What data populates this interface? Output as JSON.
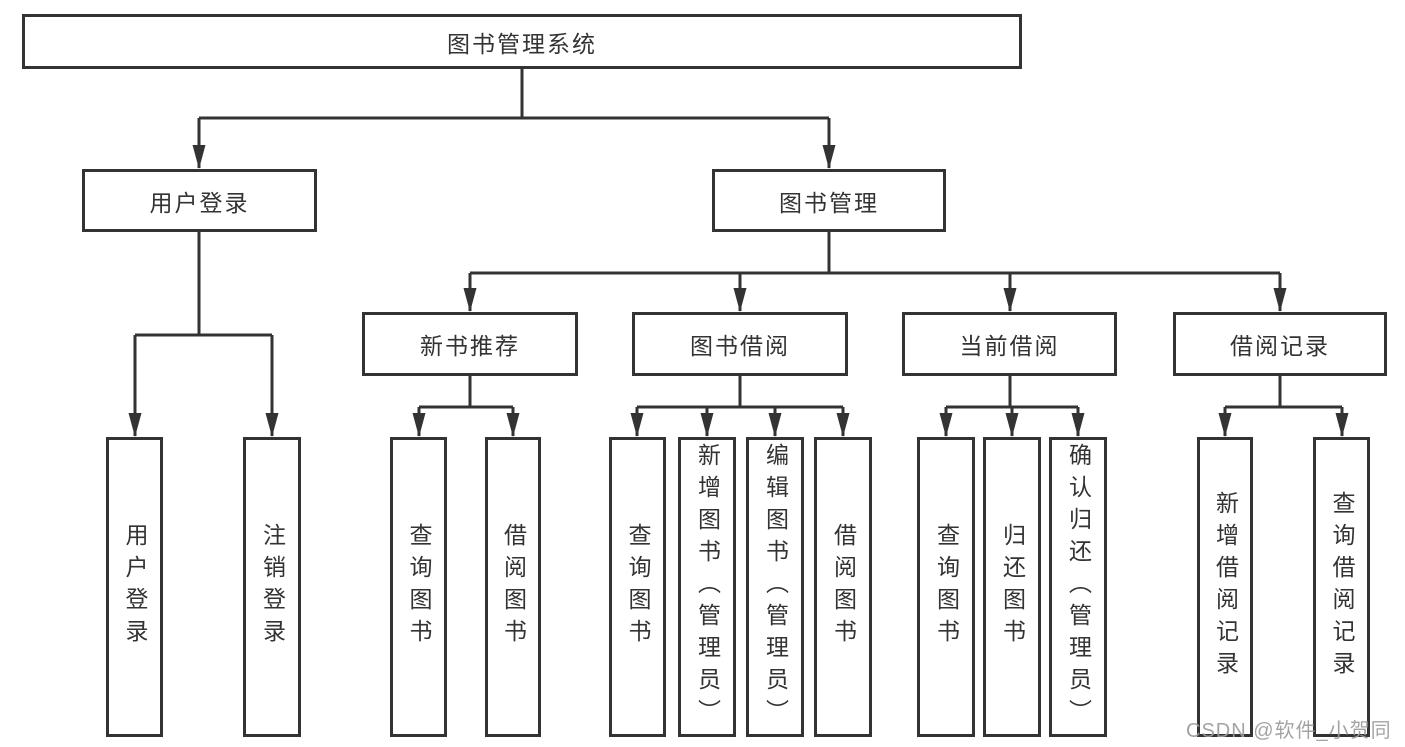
{
  "diagram": {
    "type": "tree-diagram",
    "title": "图书管理系统",
    "tree": {
      "label": "图书管理系统",
      "children": [
        {
          "label": "用户登录",
          "children": [
            {
              "label": "用户登录"
            },
            {
              "label": "注销登录"
            }
          ]
        },
        {
          "label": "图书管理",
          "children": [
            {
              "label": "新书推荐",
              "children": [
                {
                  "label": "查询图书"
                },
                {
                  "label": "借阅图书"
                }
              ]
            },
            {
              "label": "图书借阅",
              "children": [
                {
                  "label": "查询图书"
                },
                {
                  "label": "新增图书（管理员）"
                },
                {
                  "label": "编辑图书（管理员）"
                },
                {
                  "label": "借阅图书"
                }
              ]
            },
            {
              "label": "当前借阅",
              "children": [
                {
                  "label": "查询图书"
                },
                {
                  "label": "归还图书"
                },
                {
                  "label": "确认归还（管理员）"
                }
              ]
            },
            {
              "label": "借阅记录",
              "children": [
                {
                  "label": "新增借阅记录"
                },
                {
                  "label": "查询借阅记录"
                }
              ]
            }
          ]
        }
      ]
    },
    "colors": {
      "line": "#333333",
      "box_border": "#333333",
      "box_fill": "#ffffff",
      "text": "#333333",
      "watermark_text": "#9c9c9c",
      "background": "#ffffff"
    }
  },
  "watermark": {
    "text": "CSDN @软件_小贺同学"
  }
}
